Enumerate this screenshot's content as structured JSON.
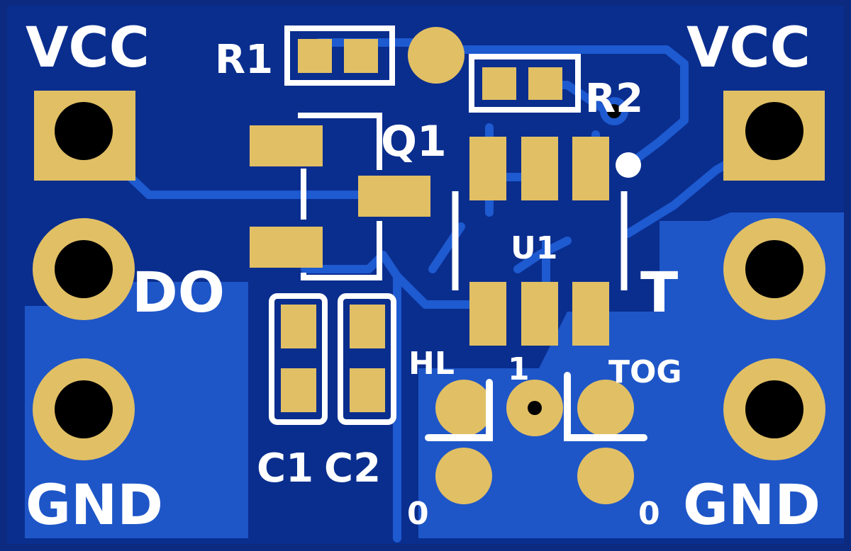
{
  "board": {
    "colors": {
      "board_edge": "#0b2a80",
      "board_fill": "#0a2e8e",
      "copper_pour": "#1e56c8",
      "trace": "#1e5ad0",
      "pad": "#e1bf64",
      "silkscreen": "#ffffff"
    },
    "labels": {
      "vcc_left": "VCC",
      "vcc_right": "VCC",
      "gnd_left": "GND",
      "gnd_right": "GND",
      "do": "DO",
      "t": "T",
      "r1": "R1",
      "r2": "R2",
      "q1": "Q1",
      "u1": "U1",
      "c1": "C1",
      "c2": "C2",
      "hl": "HL",
      "tog": "TOG",
      "one": "1",
      "zero_left": "0",
      "zero_right": "0"
    }
  }
}
